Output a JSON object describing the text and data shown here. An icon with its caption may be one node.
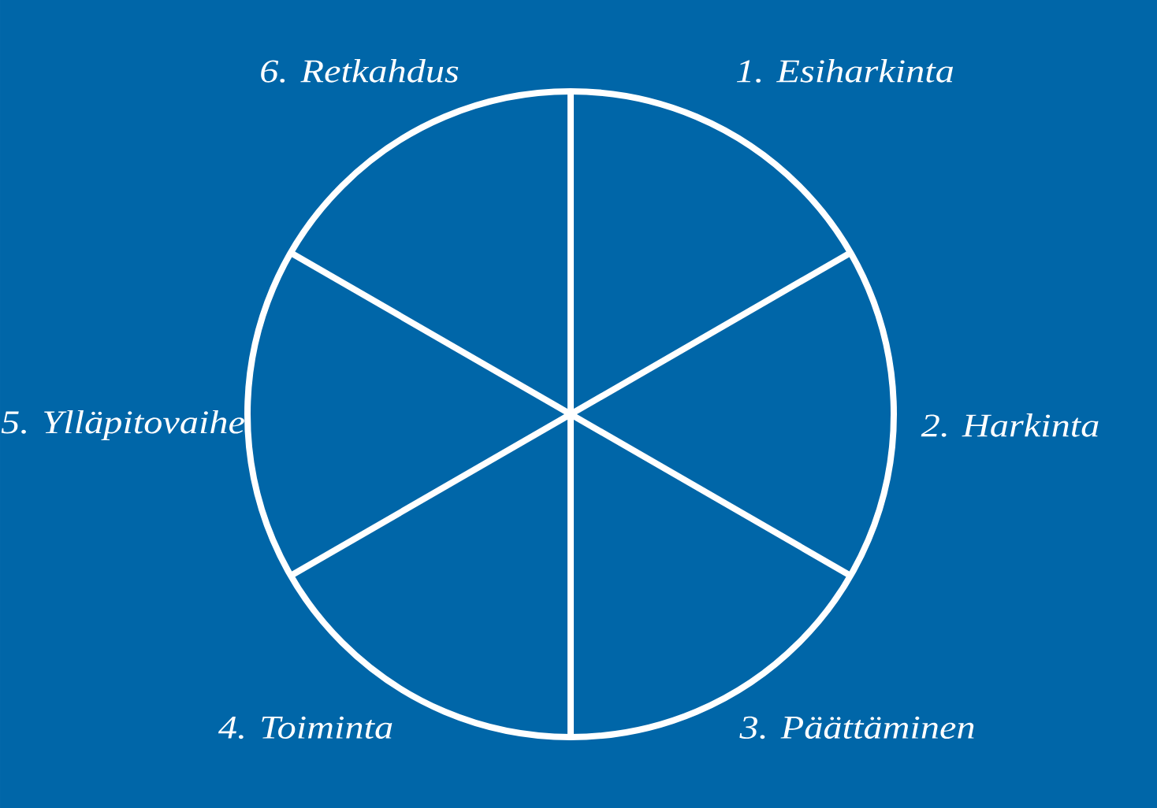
{
  "diagram": {
    "labels": [
      "6. Retkahdus",
      "1. Esiharkinta",
      "5. Ylläpitovaihe",
      "2. Harkinta",
      "4. Toiminta",
      "3. Päättäminen"
    ]
  }
}
